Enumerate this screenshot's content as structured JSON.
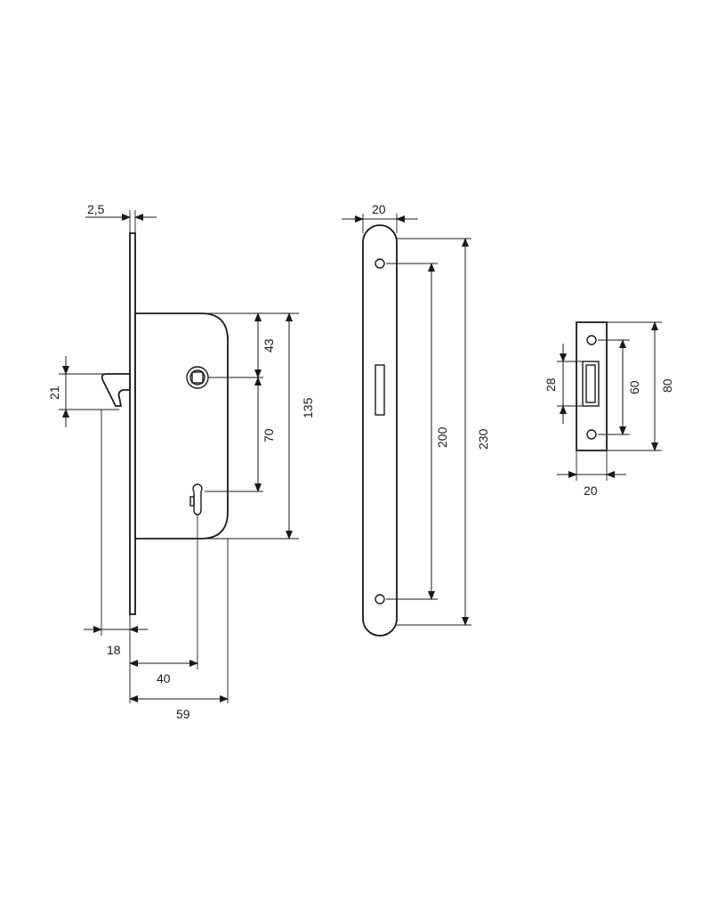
{
  "dimensions": {
    "front_thickness": "2,5",
    "latch_height": "21",
    "follower_offset": "43",
    "follower_to_key": "70",
    "case_height": "135",
    "latch_projection": "18",
    "backset": "40",
    "case_depth": "59",
    "front_width": "20",
    "screw_spacing": "200",
    "front_length": "230",
    "strike_opening": "28",
    "strike_screw_spacing": "60",
    "strike_length": "80",
    "strike_width": "20"
  }
}
